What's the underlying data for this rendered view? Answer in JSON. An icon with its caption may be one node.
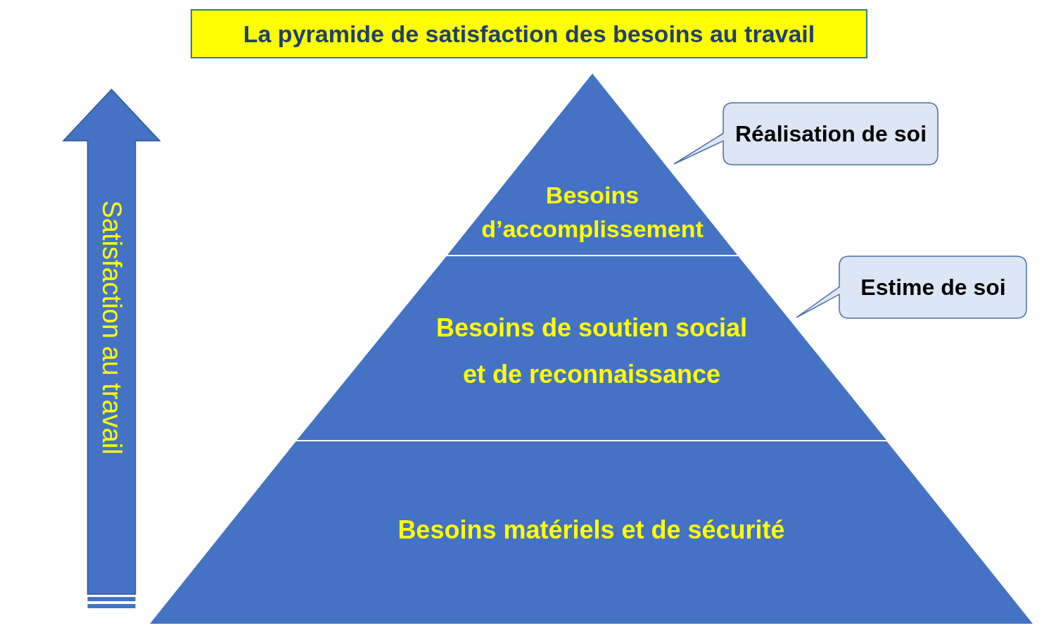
{
  "diagram": {
    "title": "La pyramide de satisfaction des besoins au travail",
    "nodes": [
      {
        "text": [
          "Satisfaction au travail"
        ]
      },
      {
        "text": [
          "Besoins d’accomplissement"
        ]
      },
      {
        "text": [
          "Réalisation de soi"
        ]
      },
      {
        "text": [
          "Estime de soi"
        ]
      },
      {
        "text": [
          "Besoins de soutien social et de reconnaissance"
        ]
      },
      {
        "text": [
          "Besoins matériels et de sécurité"
        ]
      }
    ]
  }
}
